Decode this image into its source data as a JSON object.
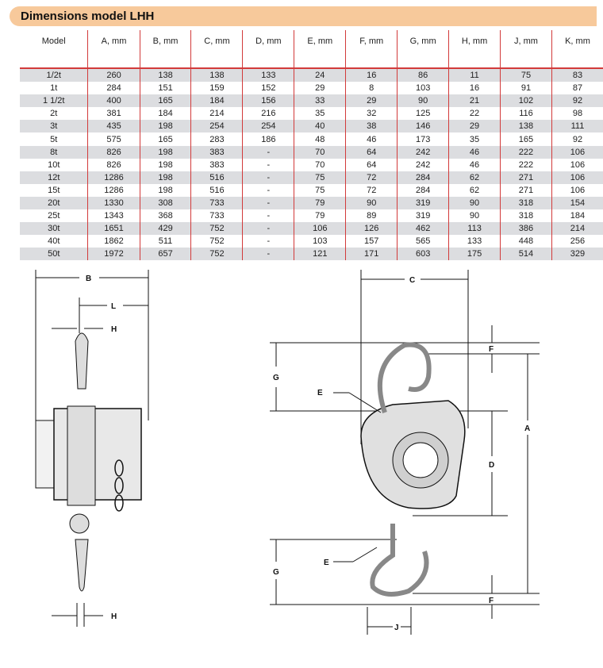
{
  "title": "Dimensions model LHH",
  "table": {
    "headers": [
      "Model",
      "A, mm",
      "B, mm",
      "C, mm",
      "D, mm",
      "E, mm",
      "F, mm",
      "G, mm",
      "H, mm",
      "J, mm",
      "K, mm"
    ],
    "rows": [
      [
        "1/2t",
        "260",
        "138",
        "138",
        "133",
        "24",
        "16",
        "86",
        "11",
        "75",
        "83"
      ],
      [
        "1t",
        "284",
        "151",
        "159",
        "152",
        "29",
        "8",
        "103",
        "16",
        "91",
        "87"
      ],
      [
        "1 1/2t",
        "400",
        "165",
        "184",
        "156",
        "33",
        "29",
        "90",
        "21",
        "102",
        "92"
      ],
      [
        "2t",
        "381",
        "184",
        "214",
        "216",
        "35",
        "32",
        "125",
        "22",
        "116",
        "98"
      ],
      [
        "3t",
        "435",
        "198",
        "254",
        "254",
        "40",
        "38",
        "146",
        "29",
        "138",
        "111"
      ],
      [
        "5t",
        "575",
        "165",
        "283",
        "186",
        "48",
        "46",
        "173",
        "35",
        "165",
        "92"
      ],
      [
        "8t",
        "826",
        "198",
        "383",
        "-",
        "70",
        "64",
        "242",
        "46",
        "222",
        "106"
      ],
      [
        "10t",
        "826",
        "198",
        "383",
        "-",
        "70",
        "64",
        "242",
        "46",
        "222",
        "106"
      ],
      [
        "12t",
        "1286",
        "198",
        "516",
        "-",
        "75",
        "72",
        "284",
        "62",
        "271",
        "106"
      ],
      [
        "15t",
        "1286",
        "198",
        "516",
        "-",
        "75",
        "72",
        "284",
        "62",
        "271",
        "106"
      ],
      [
        "20t",
        "1330",
        "308",
        "733",
        "-",
        "79",
        "90",
        "319",
        "90",
        "318",
        "154"
      ],
      [
        "25t",
        "1343",
        "368",
        "733",
        "-",
        "79",
        "89",
        "319",
        "90",
        "318",
        "184"
      ],
      [
        "30t",
        "1651",
        "429",
        "752",
        "-",
        "106",
        "126",
        "462",
        "113",
        "386",
        "214"
      ],
      [
        "40t",
        "1862",
        "511",
        "752",
        "-",
        "103",
        "157",
        "565",
        "133",
        "448",
        "256"
      ],
      [
        "50t",
        "1972",
        "657",
        "752",
        "-",
        "121",
        "171",
        "603",
        "175",
        "514",
        "329"
      ]
    ]
  },
  "diagram": {
    "side": {
      "b": "B",
      "l": "L",
      "h_top": "H",
      "h_bottom": "H"
    },
    "front": {
      "c": "C",
      "f_top": "F",
      "g_top": "G",
      "e_top": "E",
      "a": "A",
      "d": "D",
      "e_bottom": "E",
      "g_bottom": "G",
      "f_bottom": "F",
      "j": "J"
    }
  }
}
